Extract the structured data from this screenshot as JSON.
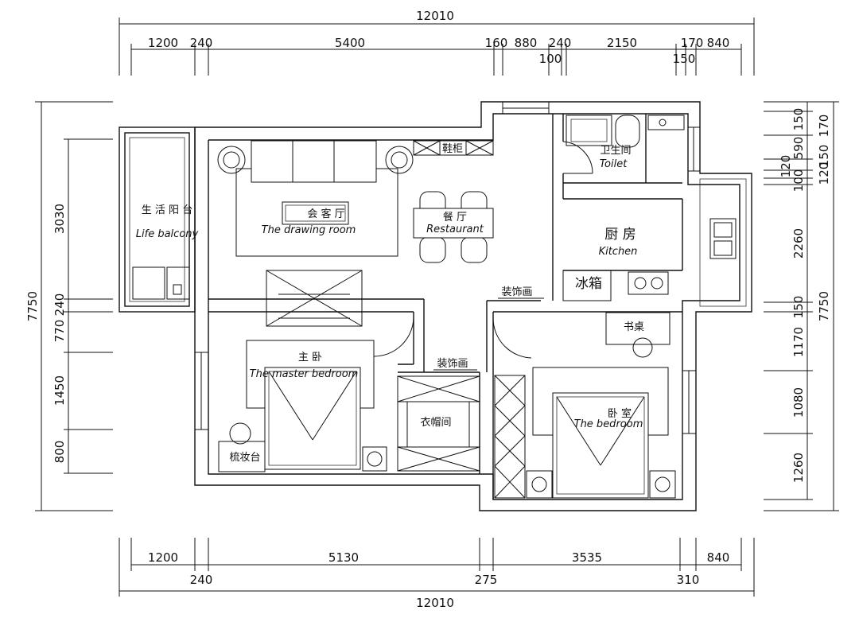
{
  "dimensions": {
    "top_total": "12010",
    "top_row": [
      "1200",
      "240",
      "5400",
      "160",
      "880",
      "240",
      "2150",
      "170",
      "840"
    ],
    "top_sub": [
      "100",
      "150"
    ],
    "bottom_total": "12010",
    "bottom_row_upper": [
      "1200",
      "5130",
      "3535",
      "840"
    ],
    "bottom_row_lower": [
      "240",
      "275",
      "310"
    ],
    "left_total": "7750",
    "left_row": [
      "3030",
      "240",
      "770",
      "1450",
      "800"
    ],
    "right_total": "7750",
    "right_row": [
      "150",
      "170",
      "590",
      "150",
      "120",
      "100",
      "120",
      "2260",
      "150",
      "1170",
      "1080",
      "1260"
    ]
  },
  "rooms": {
    "balcony_cn": "生 活 阳 台",
    "balcony_en": "Life balcony",
    "living_cn": "会 客 厅",
    "living_en": "The drawing room",
    "shoe_cabinet": "鞋柜",
    "dining_cn": "餐 厅",
    "dining_en": "Restaurant",
    "toilet_cn": "卫生间",
    "toilet_en": "Toilet",
    "kitchen_cn": "厨 房",
    "kitchen_en": "Kitchen",
    "fridge": "冰箱",
    "decor_1": "装饰画",
    "decor_2": "装饰画",
    "desk": "书桌",
    "master_cn": "主 卧",
    "master_en": "The master bedroom",
    "closet": "衣帽间",
    "dresser": "梳妆台",
    "bedroom_cn": "卧 室",
    "bedroom_en": "The bedroom"
  }
}
